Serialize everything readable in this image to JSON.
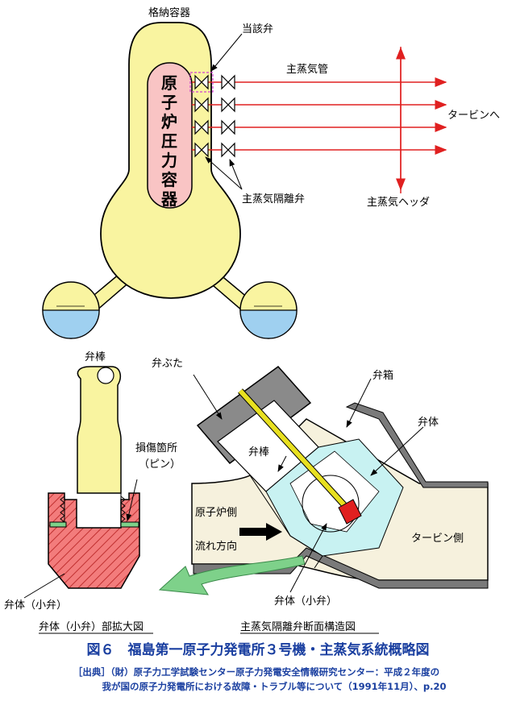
{
  "labels": {
    "containment": "格納容器",
    "subject_valve": "当該弁",
    "main_steam_pipe": "主蒸気管",
    "to_turbine": "タービンへ",
    "rpv": "原子炉圧力容器",
    "msiv": "主蒸気隔離弁",
    "steam_header": "主蒸気ヘッダ",
    "valve_stem_top": "弁棒",
    "bonnet": "弁ぶた",
    "valve_box": "弁箱",
    "valve_body": "弁体",
    "valve_stem_mid": "弁棒",
    "damage_point": "損傷箇所",
    "pin": "（ピン）",
    "reactor_side": "原子炉側",
    "flow_direction": "流れ方向",
    "turbine_side": "タービン側",
    "small_valve_body": "弁体（小弁）",
    "small_valve_body_left": "弁体（小弁）",
    "caption_left": "弁体（小弁）部拡大図",
    "caption_right": "主蒸気隔離弁断面構造図"
  },
  "figure_title": "図６　福島第一原子力発電所３号機・主蒸気系統概略図",
  "source_line1": "［出典］（財）原子力工学試験センター原子力発電安全情報研究センター：平成２年度の",
  "source_line2": "我が国の原子力発電所における故障・トラブル等について（1991年11月）、p.20",
  "colors": {
    "containment_fill": "#f9f4a0",
    "rpv_fill": "#f9c4c4",
    "water": "#9fd0f0",
    "steam_line": "#e02020",
    "valve_gray": "#7a7a7a",
    "valve_inner": "#c8f2f2",
    "pipe_fill": "#f6f1dd",
    "flow_arrow": "#7ed18a",
    "hatch_red": "#e85050",
    "title_blue": "#1a3fa0"
  }
}
